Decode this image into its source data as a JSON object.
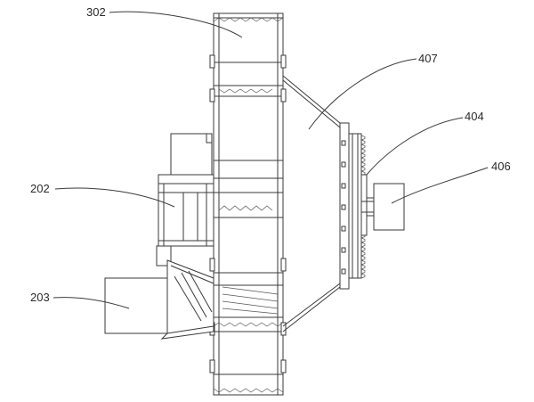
{
  "labels": {
    "l302": "302",
    "l407": "407",
    "l404": "404",
    "l406": "406",
    "l202": "202",
    "l203": "203"
  }
}
